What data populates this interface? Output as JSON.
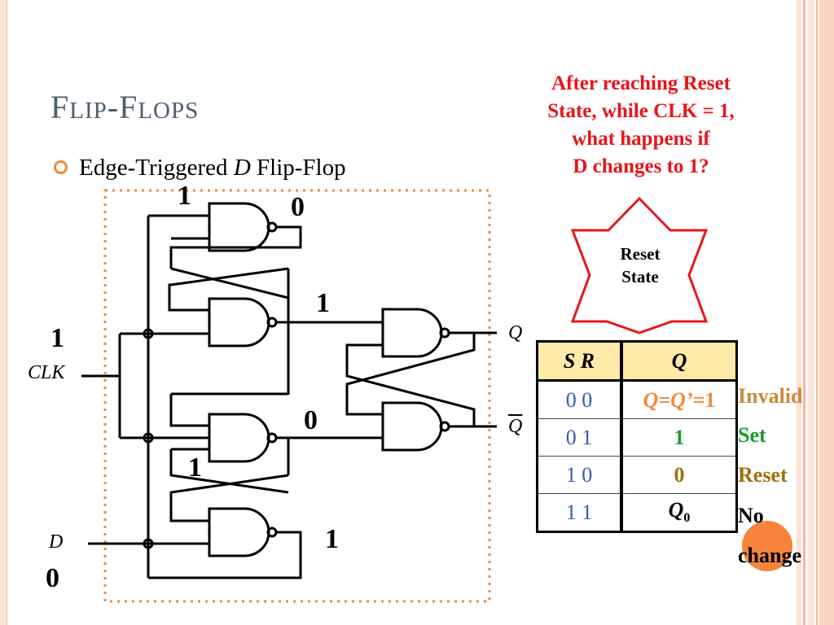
{
  "slide": {
    "title_first_cap": "F",
    "title_first_rest": "LIP",
    "title_dash": "-",
    "title_second_cap": "F",
    "title_second_rest": "LOPS",
    "bullet_pre": "Edge-Triggered ",
    "bullet_italic": "D",
    "bullet_post": " Flip-Flop",
    "question_lines": [
      "After reaching Reset",
      "State, while CLK = 1,",
      "what happens if",
      "D changes to 1?"
    ]
  },
  "circuit": {
    "labels": {
      "top_gate_in": "1",
      "top_gate_out": "0",
      "second_gate_out": "1",
      "clk_value": "1",
      "clk_name": "CLK",
      "third_gate_out": "0",
      "third_gate_in": "1",
      "bottom_gate_out": "1",
      "d_name": "D",
      "d_value": "0",
      "q_name": "Q",
      "qbar_name": "Q"
    }
  },
  "star": {
    "line1": "Reset",
    "line2": "State"
  },
  "truth_table": {
    "headers": {
      "sr": "S  R",
      "q": "Q"
    },
    "rows": [
      {
        "sr": "0  0",
        "q_a": "Q",
        "q_b": "=",
        "q_c": "Q’",
        "q_d": "=1",
        "q_color": "#f08a3c"
      },
      {
        "sr": "0  1",
        "q": "1",
        "q_color": "#1a9c2c"
      },
      {
        "sr": "1  0",
        "q": "0",
        "q_color": "#a0700f"
      },
      {
        "sr": "1  1",
        "q_main": "Q",
        "q_sub": "0",
        "q_color": "#000000"
      }
    ]
  },
  "side_labels": {
    "invalid": "Invalid",
    "set": "Set",
    "reset": "Reset",
    "no": "No",
    "change": "change",
    "colors": {
      "invalid": "#d2883a",
      "set": "#1a9c2c",
      "reset": "#a0700f",
      "nochange": "#000000"
    }
  },
  "colors": {
    "title": "#4d5e73",
    "accent": "#f08a3c",
    "question": "#e8151b",
    "dotted_box": "#f08a3c",
    "table_header": "#fde9a8",
    "sr_text": "#2f5fb5"
  }
}
